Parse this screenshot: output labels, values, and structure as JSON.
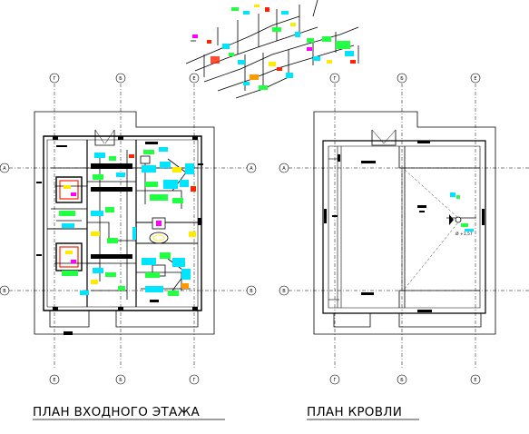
{
  "drawing": {
    "left_plan": {
      "title": "ПЛАН  ВХОДНОГО  ЭТАЖА",
      "axes_top": [
        "Г",
        "Б",
        "Е"
      ],
      "axes_bottom": [
        "Е",
        "Б",
        "Г"
      ],
      "axes_side": [
        "А",
        "В"
      ]
    },
    "right_plan": {
      "title": "ПЛАН  КРОВЛИ",
      "axes_top": [
        "Г",
        "Б",
        "Е"
      ],
      "axes_bottom": [
        "Г",
        "Б",
        "Е"
      ],
      "axes_side": [
        "А",
        "В"
      ],
      "mark_label": "Ø +1,57"
    },
    "colors": {
      "line": "#000000",
      "cyan": "#00e5ff",
      "green": "#22ff44",
      "yellow": "#ffea00",
      "red": "#ff2200",
      "orange": "#ff9900",
      "magenta": "#ff00ff"
    }
  }
}
